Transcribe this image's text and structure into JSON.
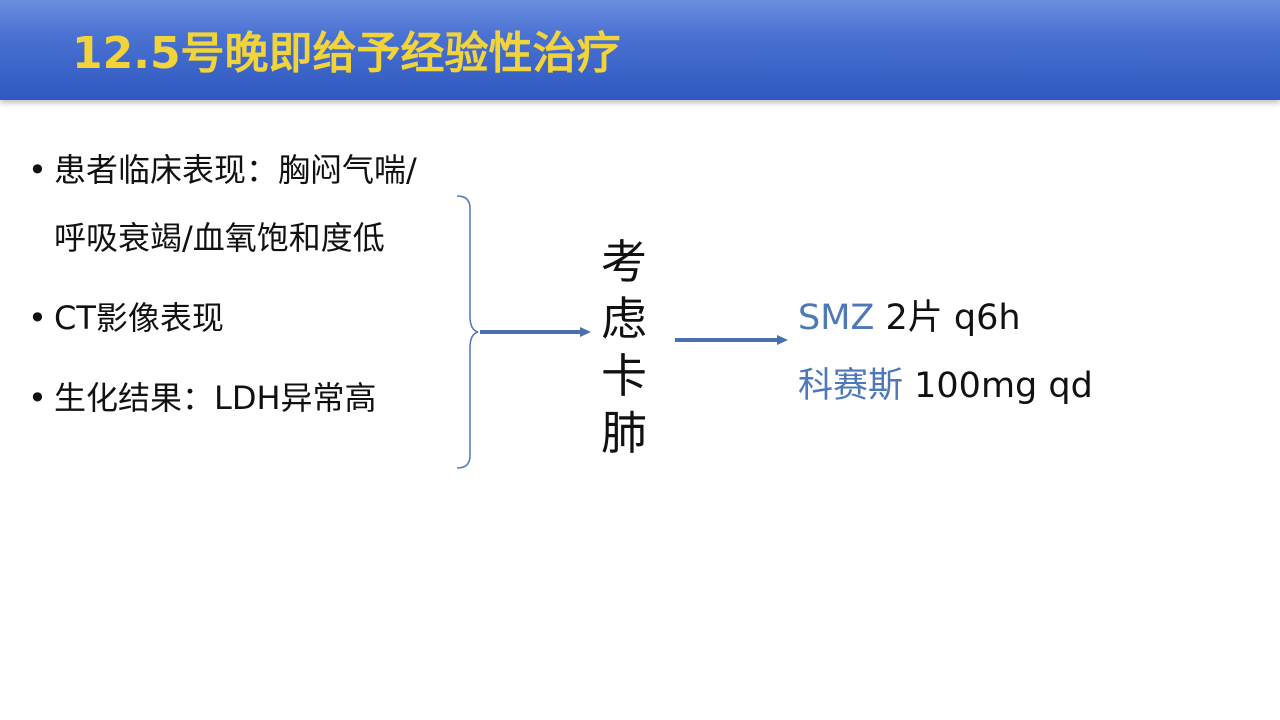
{
  "slide": {
    "title": "12.5号晚即给予经验性治疗"
  },
  "findings": {
    "bullet_char": "•",
    "items": [
      "患者临床表现：胸闷气喘/呼吸衰竭/血氧饱和度低",
      "CT影像表现",
      "生化结果：LDH异常高"
    ]
  },
  "conclusion": {
    "text": "考虑卡肺"
  },
  "treatments": [
    {
      "drug": "SMZ",
      "dose": " 2片 q6h"
    },
    {
      "drug": "科赛斯",
      "dose": " 100mg qd"
    }
  ],
  "colors": {
    "header_top": "#6b8ee0",
    "header_bottom": "#2f58c0",
    "title": "#f2d43a",
    "drug": "#4e78b8",
    "arrow": "#4a6fb0",
    "bracket": "#4e78b8"
  }
}
